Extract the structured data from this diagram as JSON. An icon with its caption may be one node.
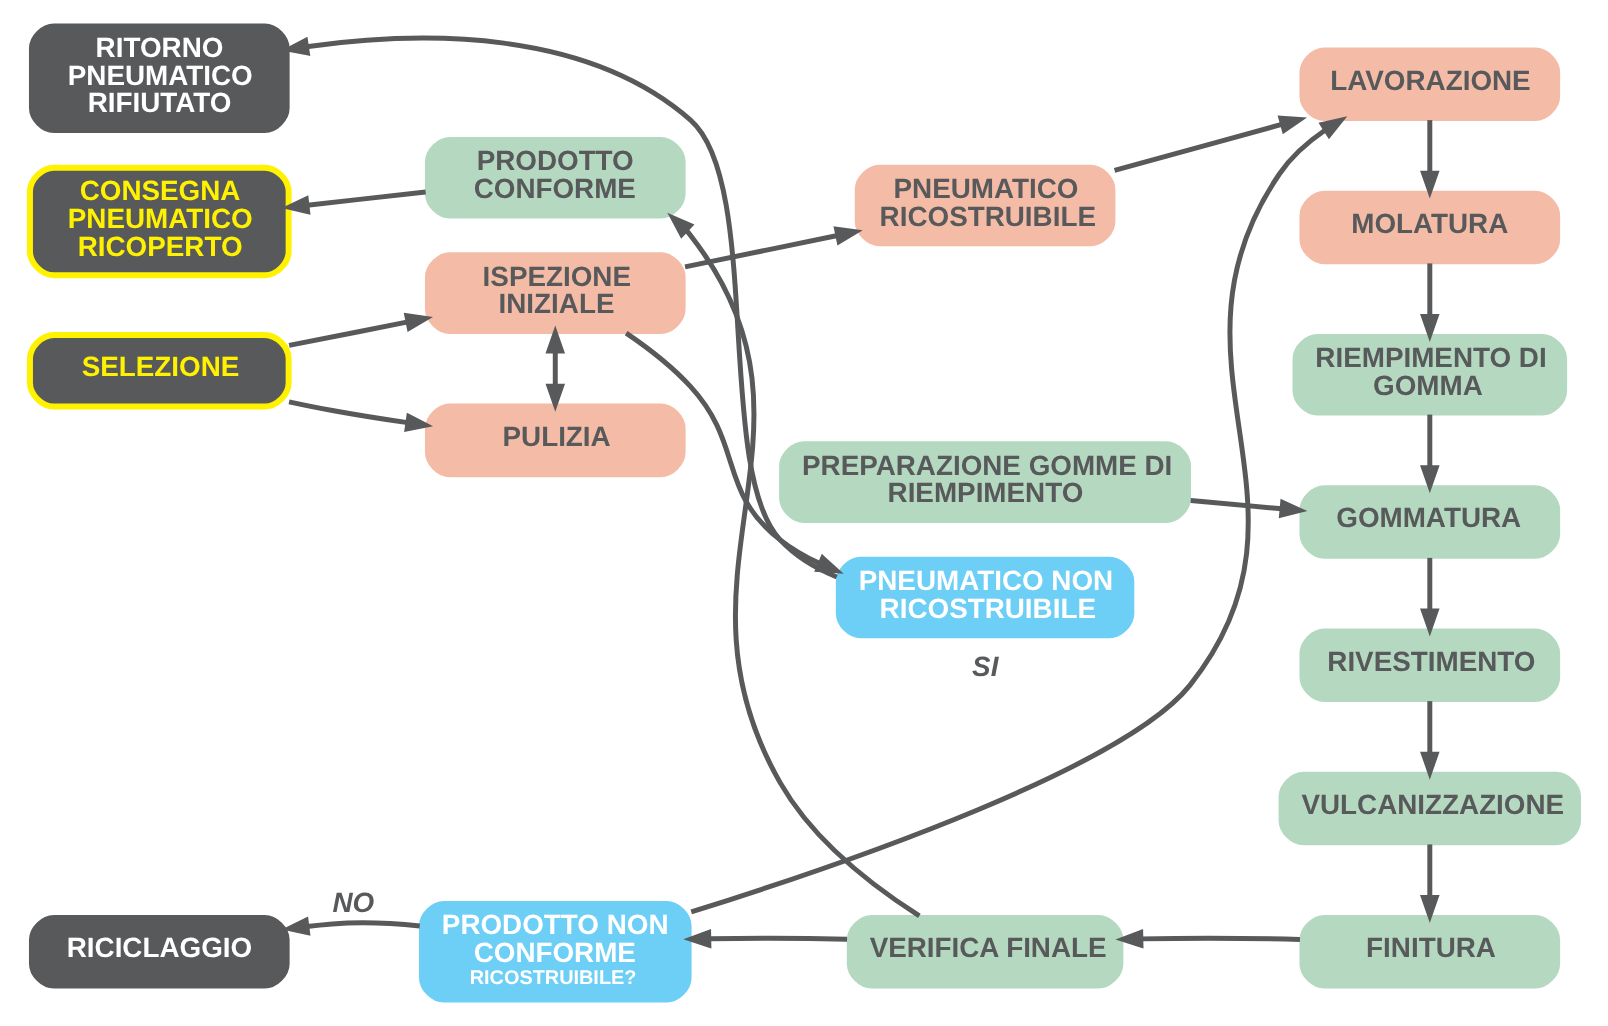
{
  "diagram": {
    "nodes": [
      {
        "text": [
          "RITORNO PNEUMATICO RIFIUTATO"
        ]
      },
      {
        "text": [
          "SELEZIONE"
        ]
      },
      {
        "text": [
          "ISPEZIONE INIZIALE"
        ]
      },
      {
        "text": [
          "PULIZIA"
        ]
      },
      {
        "text": [
          "PNEUMATICO NON RICOSTRUIBILE"
        ]
      },
      {
        "text": [
          "PNEUMATICO RICOSTRUIBILE"
        ]
      },
      {
        "text": [
          "LAVORAZIONE"
        ]
      },
      {
        "text": [
          "MOLATURA"
        ]
      },
      {
        "text": [
          "RIEMPIMENTO DI GOMMA"
        ]
      },
      {
        "text": [
          "PREPARAZIONE GOMME DI RIEMPIMENTO"
        ]
      },
      {
        "text": [
          "GOMMATURA"
        ]
      },
      {
        "text": [
          "RIVESTIMENTO"
        ]
      },
      {
        "text": [
          "VULCANIZZAZIONE"
        ]
      },
      {
        "text": [
          "FINITURA"
        ]
      },
      {
        "text": [
          "CONSEGNA PNEUMATICO RICOPERTO"
        ]
      },
      {
        "text": [
          "PRODOTTO CONFORME"
        ]
      },
      {
        "text": [
          "PRODOTTO NON CONFORME",
          "RICOSTRUIBILE?"
        ]
      },
      {
        "text": [
          "VERIFICA FINALE"
        ]
      },
      {
        "text": [
          "RICICLAGGIO"
        ]
      }
    ],
    "edges": [
      {
        "from": 1,
        "to": 2,
        "arrow": "to"
      },
      {
        "from": 1,
        "to": 3,
        "arrow": "to"
      },
      {
        "from": 2,
        "to": 3,
        "arrow": "both"
      },
      {
        "from": 2,
        "to": 4,
        "arrow": "to"
      },
      {
        "from": 2,
        "to": 5,
        "arrow": "to"
      },
      {
        "from": 4,
        "to": 0,
        "arrow": "to"
      },
      {
        "from": 5,
        "to": 6,
        "arrow": "to"
      },
      {
        "from": 6,
        "to": 7,
        "arrow": "to"
      },
      {
        "from": 7,
        "to": 8,
        "arrow": "to"
      },
      {
        "from": 8,
        "to": 10,
        "arrow": "to"
      },
      {
        "from": 9,
        "to": 10,
        "arrow": "to"
      },
      {
        "from": 10,
        "to": 11,
        "arrow": "to"
      },
      {
        "from": 11,
        "to": 12,
        "arrow": "to"
      },
      {
        "from": 12,
        "to": 13,
        "arrow": "to"
      },
      {
        "from": 13,
        "to": 17,
        "arrow": "to"
      },
      {
        "from": 17,
        "to": 15,
        "arrow": "to"
      },
      {
        "from": 17,
        "to": 16,
        "arrow": "to"
      },
      {
        "from": 15,
        "to": 14,
        "arrow": "to"
      },
      {
        "from": 16,
        "to": 18,
        "arrow": "to",
        "label": "NO"
      },
      {
        "from": 16,
        "to": 6,
        "arrow": "to",
        "label": "SI"
      }
    ]
  }
}
